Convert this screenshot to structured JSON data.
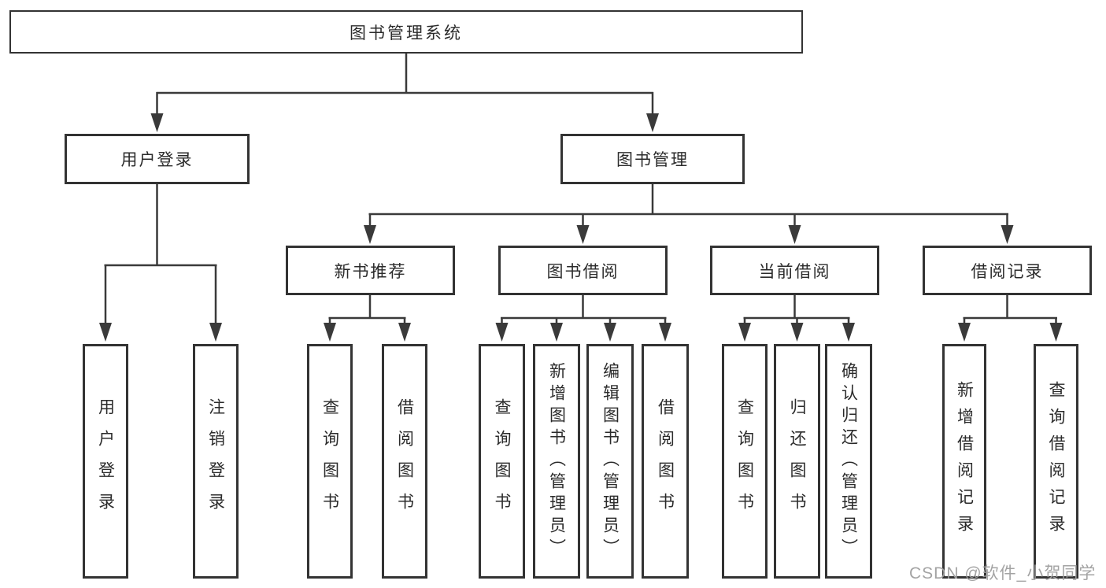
{
  "diagram_title": "图书管理系统",
  "nodes": {
    "root": {
      "label": "图书管理系统"
    },
    "user_login": {
      "label": "用户登录",
      "children": [
        {
          "label": "用户登录"
        },
        {
          "label": "注销登录"
        }
      ]
    },
    "book_management": {
      "label": "图书管理",
      "children": [
        {
          "label": "新书推荐",
          "children": [
            {
              "label": "查询图书"
            },
            {
              "label": "借阅图书"
            }
          ]
        },
        {
          "label": "图书借阅",
          "children": [
            {
              "label": "查询图书"
            },
            {
              "label": "新增图书（管理员）"
            },
            {
              "label": "编辑图书（管理员）"
            },
            {
              "label": "借阅图书"
            }
          ]
        },
        {
          "label": "当前借阅",
          "children": [
            {
              "label": "查询图书"
            },
            {
              "label": "归还图书"
            },
            {
              "label": "确认归还（管理员）"
            }
          ]
        },
        {
          "label": "借阅记录",
          "children": [
            {
              "label": "新增借阅记录"
            },
            {
              "label": "查询借阅记录"
            }
          ]
        }
      ]
    }
  },
  "watermark": {
    "text": "CSDN @软件_小贺同学"
  },
  "colors": {
    "line": "#3a3a3a",
    "box_border": "#333333",
    "box_fill": "#ffffff",
    "text": "#2b2b2b",
    "watermark": "#9e9e9e",
    "background": "#ffffff"
  }
}
